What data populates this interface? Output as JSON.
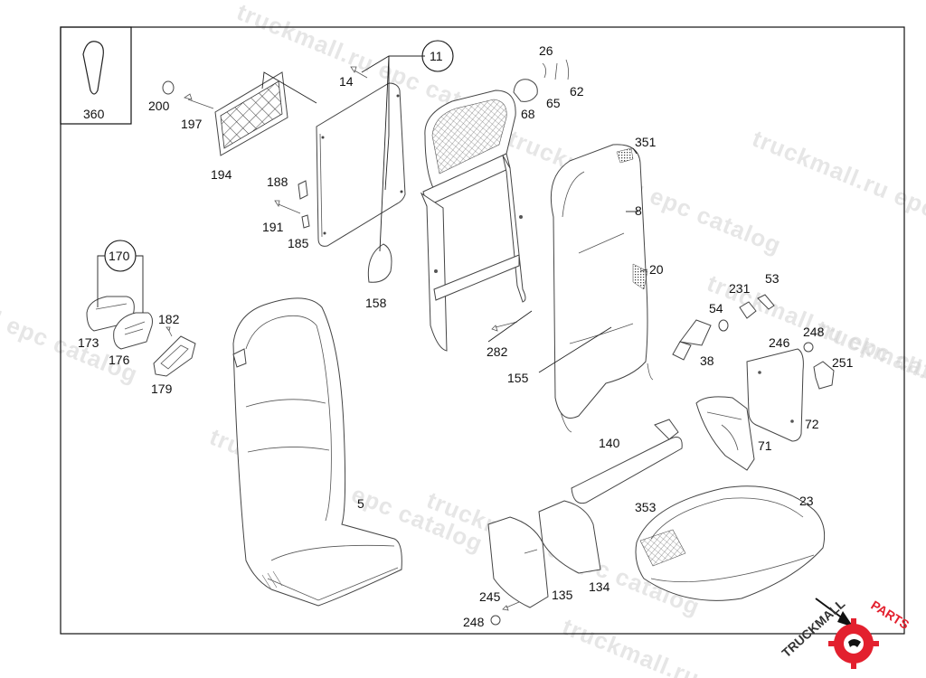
{
  "watermark": {
    "text": "truckmall.ru epc catalog",
    "lines": [
      "truckmall.ru epc catalog",
      "truckmall.ru epc catalog",
      "truckmall.ru epc catalog",
      "l epc catalog",
      "truckmall.ru epc catalog",
      "truckmall.ru epc catalog",
      "truckmall.ru",
      "truckmall.ru epc catalog",
      "truckmall.ru"
    ]
  },
  "brand": {
    "logo_text": "TRUCKMALLPARTS",
    "part1": "TRUCKMALL",
    "part2": "PARTS",
    "accent_color": "#e3202e"
  },
  "inset": {
    "part_number": "360"
  },
  "callouts": {
    "c11": "11",
    "c170": "170"
  },
  "labels": {
    "p14": "14",
    "p200": "200",
    "p197": "197",
    "p194": "194",
    "p188": "188",
    "p191": "191",
    "p185": "185",
    "p158": "158",
    "p26": "26",
    "p65": "65",
    "p62": "62",
    "p68": "68",
    "p351": "351",
    "p8": "8",
    "p20": "20",
    "p282": "282",
    "p155": "155",
    "p173": "173",
    "p182": "182",
    "p176": "176",
    "p179": "179",
    "p5": "5",
    "p231": "231",
    "p53": "53",
    "p54": "54",
    "p38": "38",
    "p246": "246",
    "p248a": "248",
    "p251": "251",
    "p72": "72",
    "p71": "71",
    "p140": "140",
    "p353": "353",
    "p23": "23",
    "p134": "134",
    "p135": "135",
    "p245": "245",
    "p248b": "248"
  }
}
